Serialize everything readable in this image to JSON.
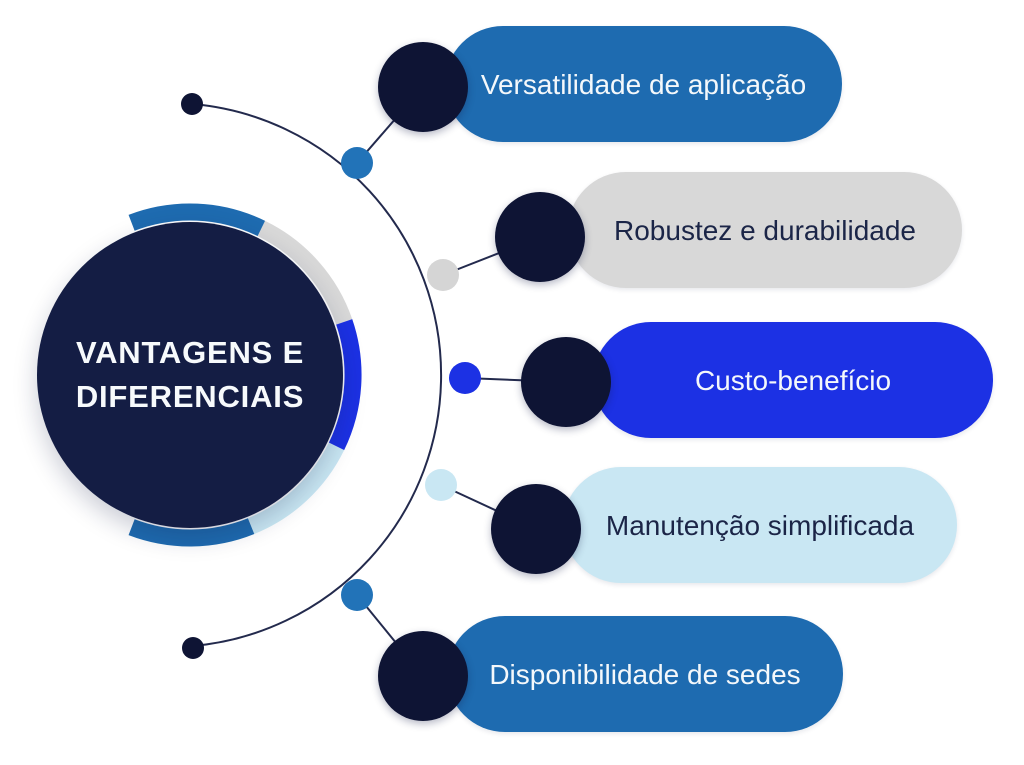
{
  "central": {
    "title_line1": "VANTAGENS E",
    "title_line2": "DIFERENCIAIS"
  },
  "items": [
    {
      "label": "Versatilidade de aplicação",
      "pill_color": "#1e6bb0",
      "text_color": "#f4f8fb",
      "node_color": "#2273b8"
    },
    {
      "label": "Robustez e durabilidade",
      "pill_color": "#d8d8d8",
      "text_color": "#1b2547",
      "node_color": "#d5d5d5"
    },
    {
      "label": "Custo-benefício",
      "pill_color": "#1c31e4",
      "text_color": "#f4f8fb",
      "node_color": "#1c31e4"
    },
    {
      "label": "Manutenção simplificada",
      "pill_color": "#c9e7f3",
      "text_color": "#1b2547",
      "node_color": "#c9e7f3"
    },
    {
      "label": "Disponibilidade de sedes",
      "pill_color": "#1e6bb0",
      "text_color": "#f4f8fb",
      "node_color": "#2273b8"
    }
  ],
  "colors": {
    "background": "#ffffff",
    "central_circle": "#141d44",
    "dark_navy_nodes": "#0e1434",
    "connector_line": "#232a4d",
    "ring_blue": "#1e6bb0",
    "ring_gray": "#d8d8d8",
    "ring_bright_blue": "#1c31e4",
    "ring_light_blue": "#c9e7f3",
    "title_text": "#f7fafc"
  }
}
